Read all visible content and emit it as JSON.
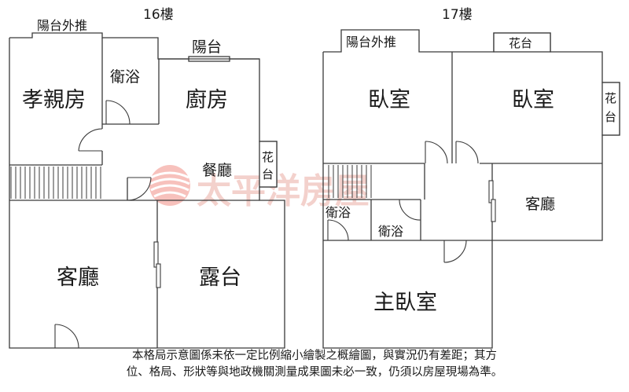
{
  "floors": {
    "f16": {
      "label": "16樓",
      "rooms": {
        "balcony_ext": "陽台外推",
        "parents_room": "孝親房",
        "bath": "衛浴",
        "kitchen": "廚房",
        "balcony": "陽台",
        "dining": "餐廳",
        "planter": "花台",
        "living": "客廳",
        "terrace": "露台"
      }
    },
    "f17": {
      "label": "17樓",
      "rooms": {
        "balcony_ext": "陽台外推",
        "planter_top": "花台",
        "bedroom_1": "臥室",
        "bedroom_2": "臥室",
        "planter_side": "花台",
        "bath_1": "衛浴",
        "bath_2": "衛浴",
        "living": "客廳",
        "master_bedroom": "主臥室"
      }
    }
  },
  "watermark": "太平洋房屋",
  "disclaimer_line1": "本格局示意圖係未依一定比例縮小繪製之概繪圖，與實況仍有差距；其方",
  "disclaimer_line2": "位、格局、形狀等與地政機關測量成果圖未必一致，仍須以房屋現場為準。",
  "colors": {
    "wall": "#3a3a3a",
    "watermark_text": "#f2c9c4",
    "watermark_logo": "#ee9f99"
  }
}
